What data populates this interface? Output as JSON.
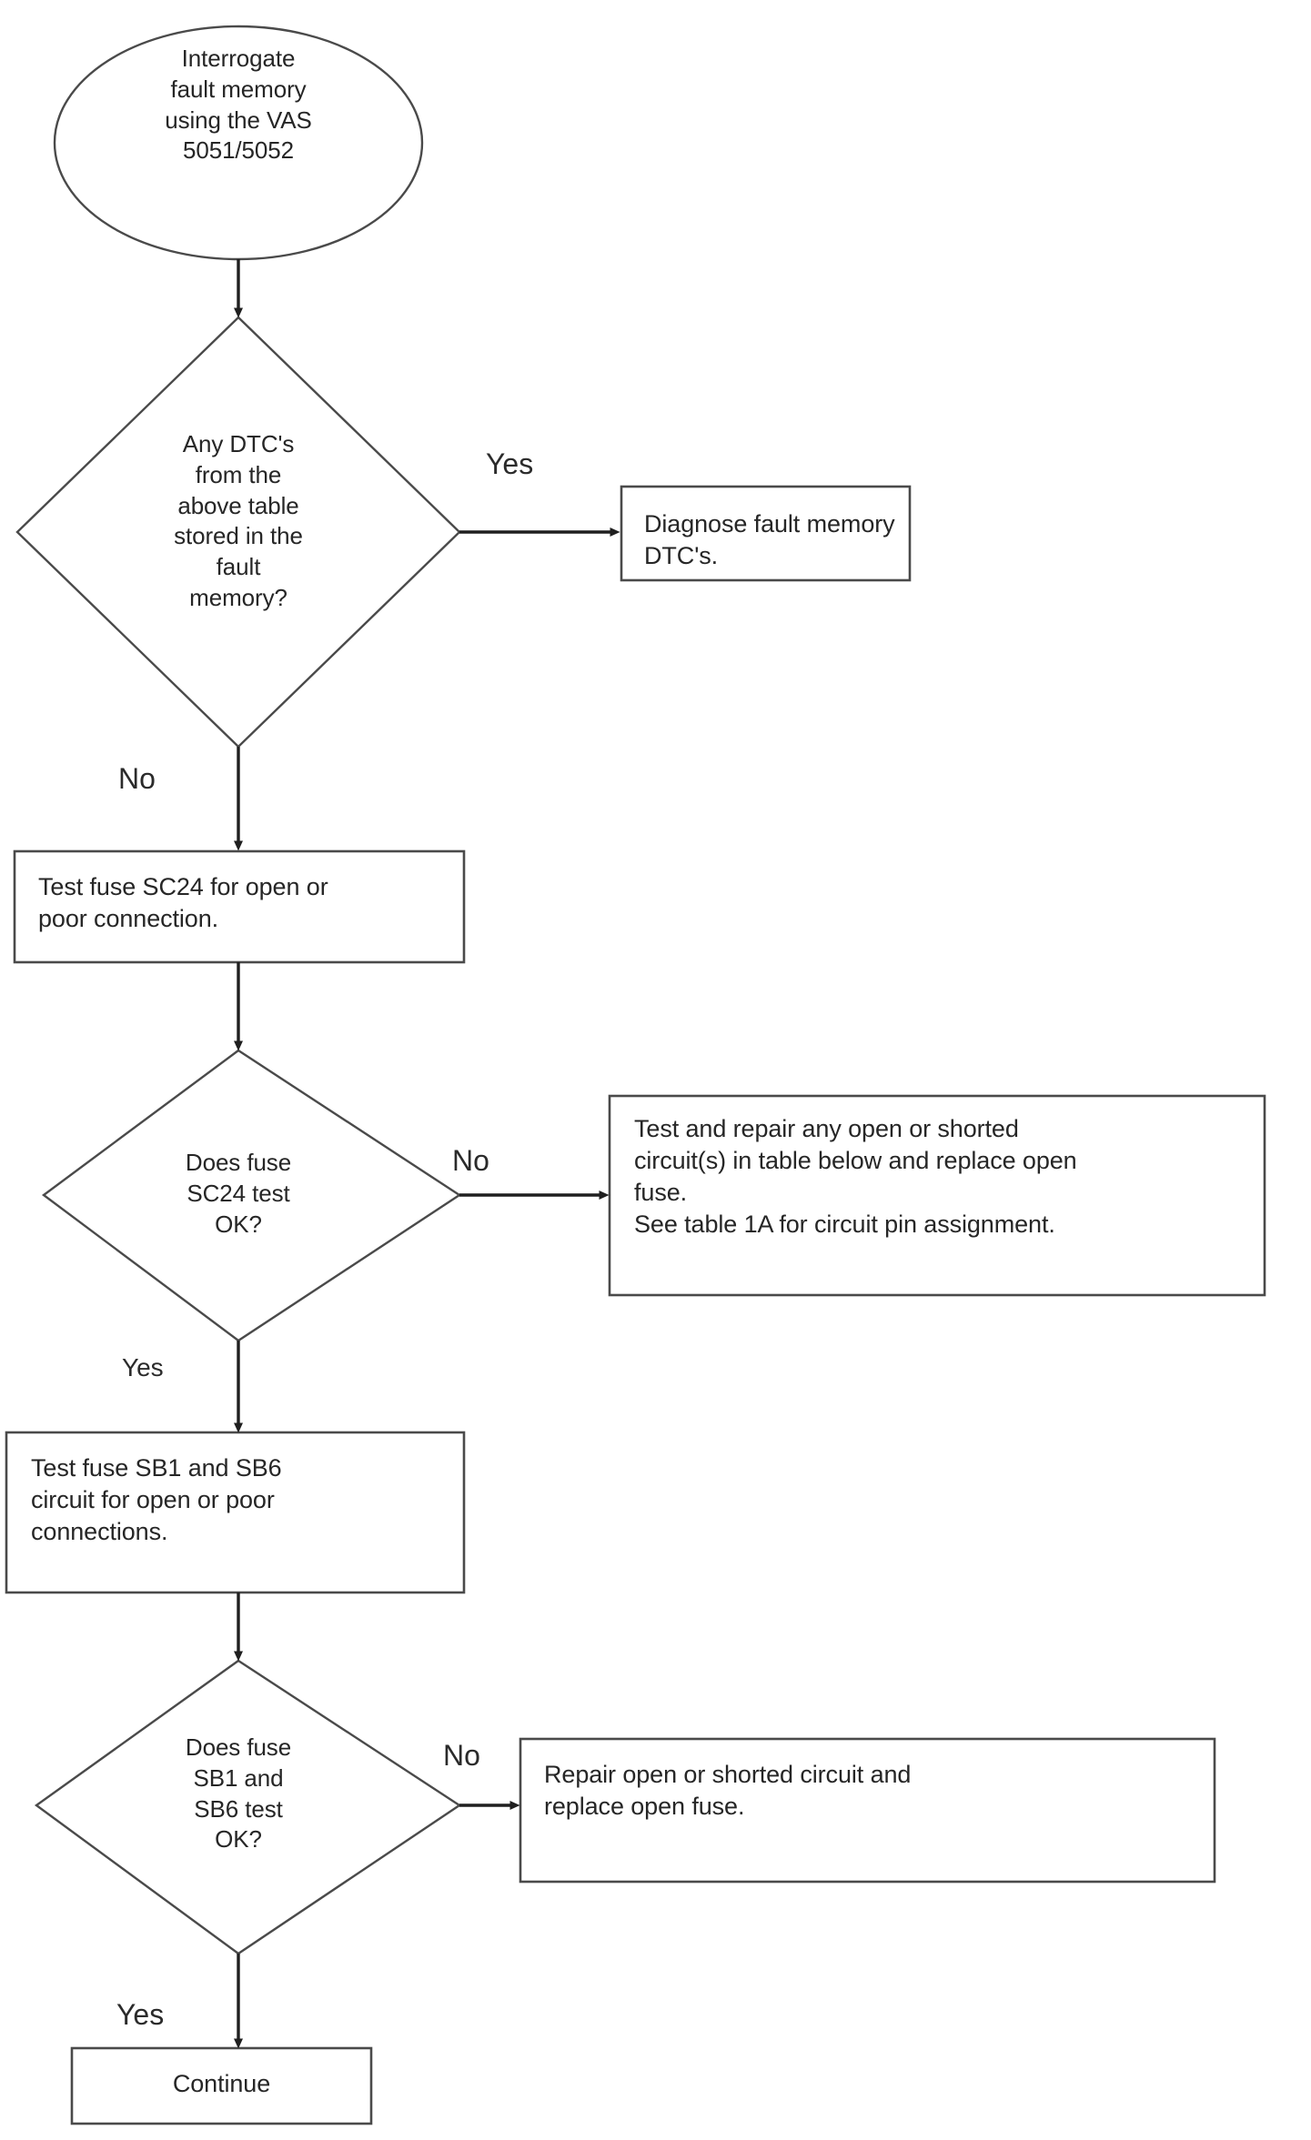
{
  "diagram": {
    "type": "flowchart",
    "title": "Fuse and fault memory diagnostic flowchart",
    "background_color": "#ffffff",
    "line_color": "#3a3a3a",
    "text_color": "#262626"
  },
  "nodes": {
    "start": {
      "id": "start",
      "shape": "ellipse",
      "text": "Interrogate\nfault memory\nusing the VAS\n5051/5052"
    },
    "decision_dtc": {
      "id": "decision_dtc",
      "shape": "diamond",
      "text": "Any DTC's\nfrom the\nabove table\nstored in the\nfault\nmemory?"
    },
    "diagnose_dtc": {
      "id": "diagnose_dtc",
      "shape": "rectangle",
      "text": "Diagnose fault memory DTC's."
    },
    "test_sc24": {
      "id": "test_sc24",
      "shape": "rectangle",
      "text": "Test fuse SC24 for open or\npoor connection."
    },
    "decision_sc24": {
      "id": "decision_sc24",
      "shape": "diamond",
      "text": "Does fuse\nSC24 test\nOK?"
    },
    "repair_table": {
      "id": "repair_table",
      "shape": "rectangle",
      "text": "Test and repair any open or shorted\ncircuit(s) in table below and replace open\nfuse.\nSee table 1A for circuit pin assignment."
    },
    "test_sb1_sb6": {
      "id": "test_sb1_sb6",
      "shape": "rectangle",
      "text": "Test fuse SB1 and SB6\ncircuit for open or poor\nconnections."
    },
    "decision_sb1_sb6": {
      "id": "decision_sb1_sb6",
      "shape": "diamond",
      "text": "Does fuse\nSB1 and\nSB6 test\nOK?"
    },
    "repair_fuse": {
      "id": "repair_fuse",
      "shape": "rectangle",
      "text": "Repair open or shorted circuit and\nreplace open fuse."
    },
    "continue": {
      "id": "continue",
      "shape": "rectangle",
      "text": "Continue"
    }
  },
  "edges": {
    "dtc_yes": {
      "label": "Yes",
      "from": "decision_dtc",
      "to": "diagnose_dtc"
    },
    "dtc_no": {
      "label": "No",
      "from": "decision_dtc",
      "to": "test_sc24"
    },
    "sc24_no": {
      "label": "No",
      "from": "decision_sc24",
      "to": "repair_table"
    },
    "sc24_yes": {
      "label": "Yes",
      "from": "decision_sc24",
      "to": "test_sb1_sb6"
    },
    "sb_no": {
      "label": "No",
      "from": "decision_sb1_sb6",
      "to": "repair_fuse"
    },
    "sb_yes": {
      "label": "Yes",
      "from": "decision_sb1_sb6",
      "to": "continue"
    }
  }
}
